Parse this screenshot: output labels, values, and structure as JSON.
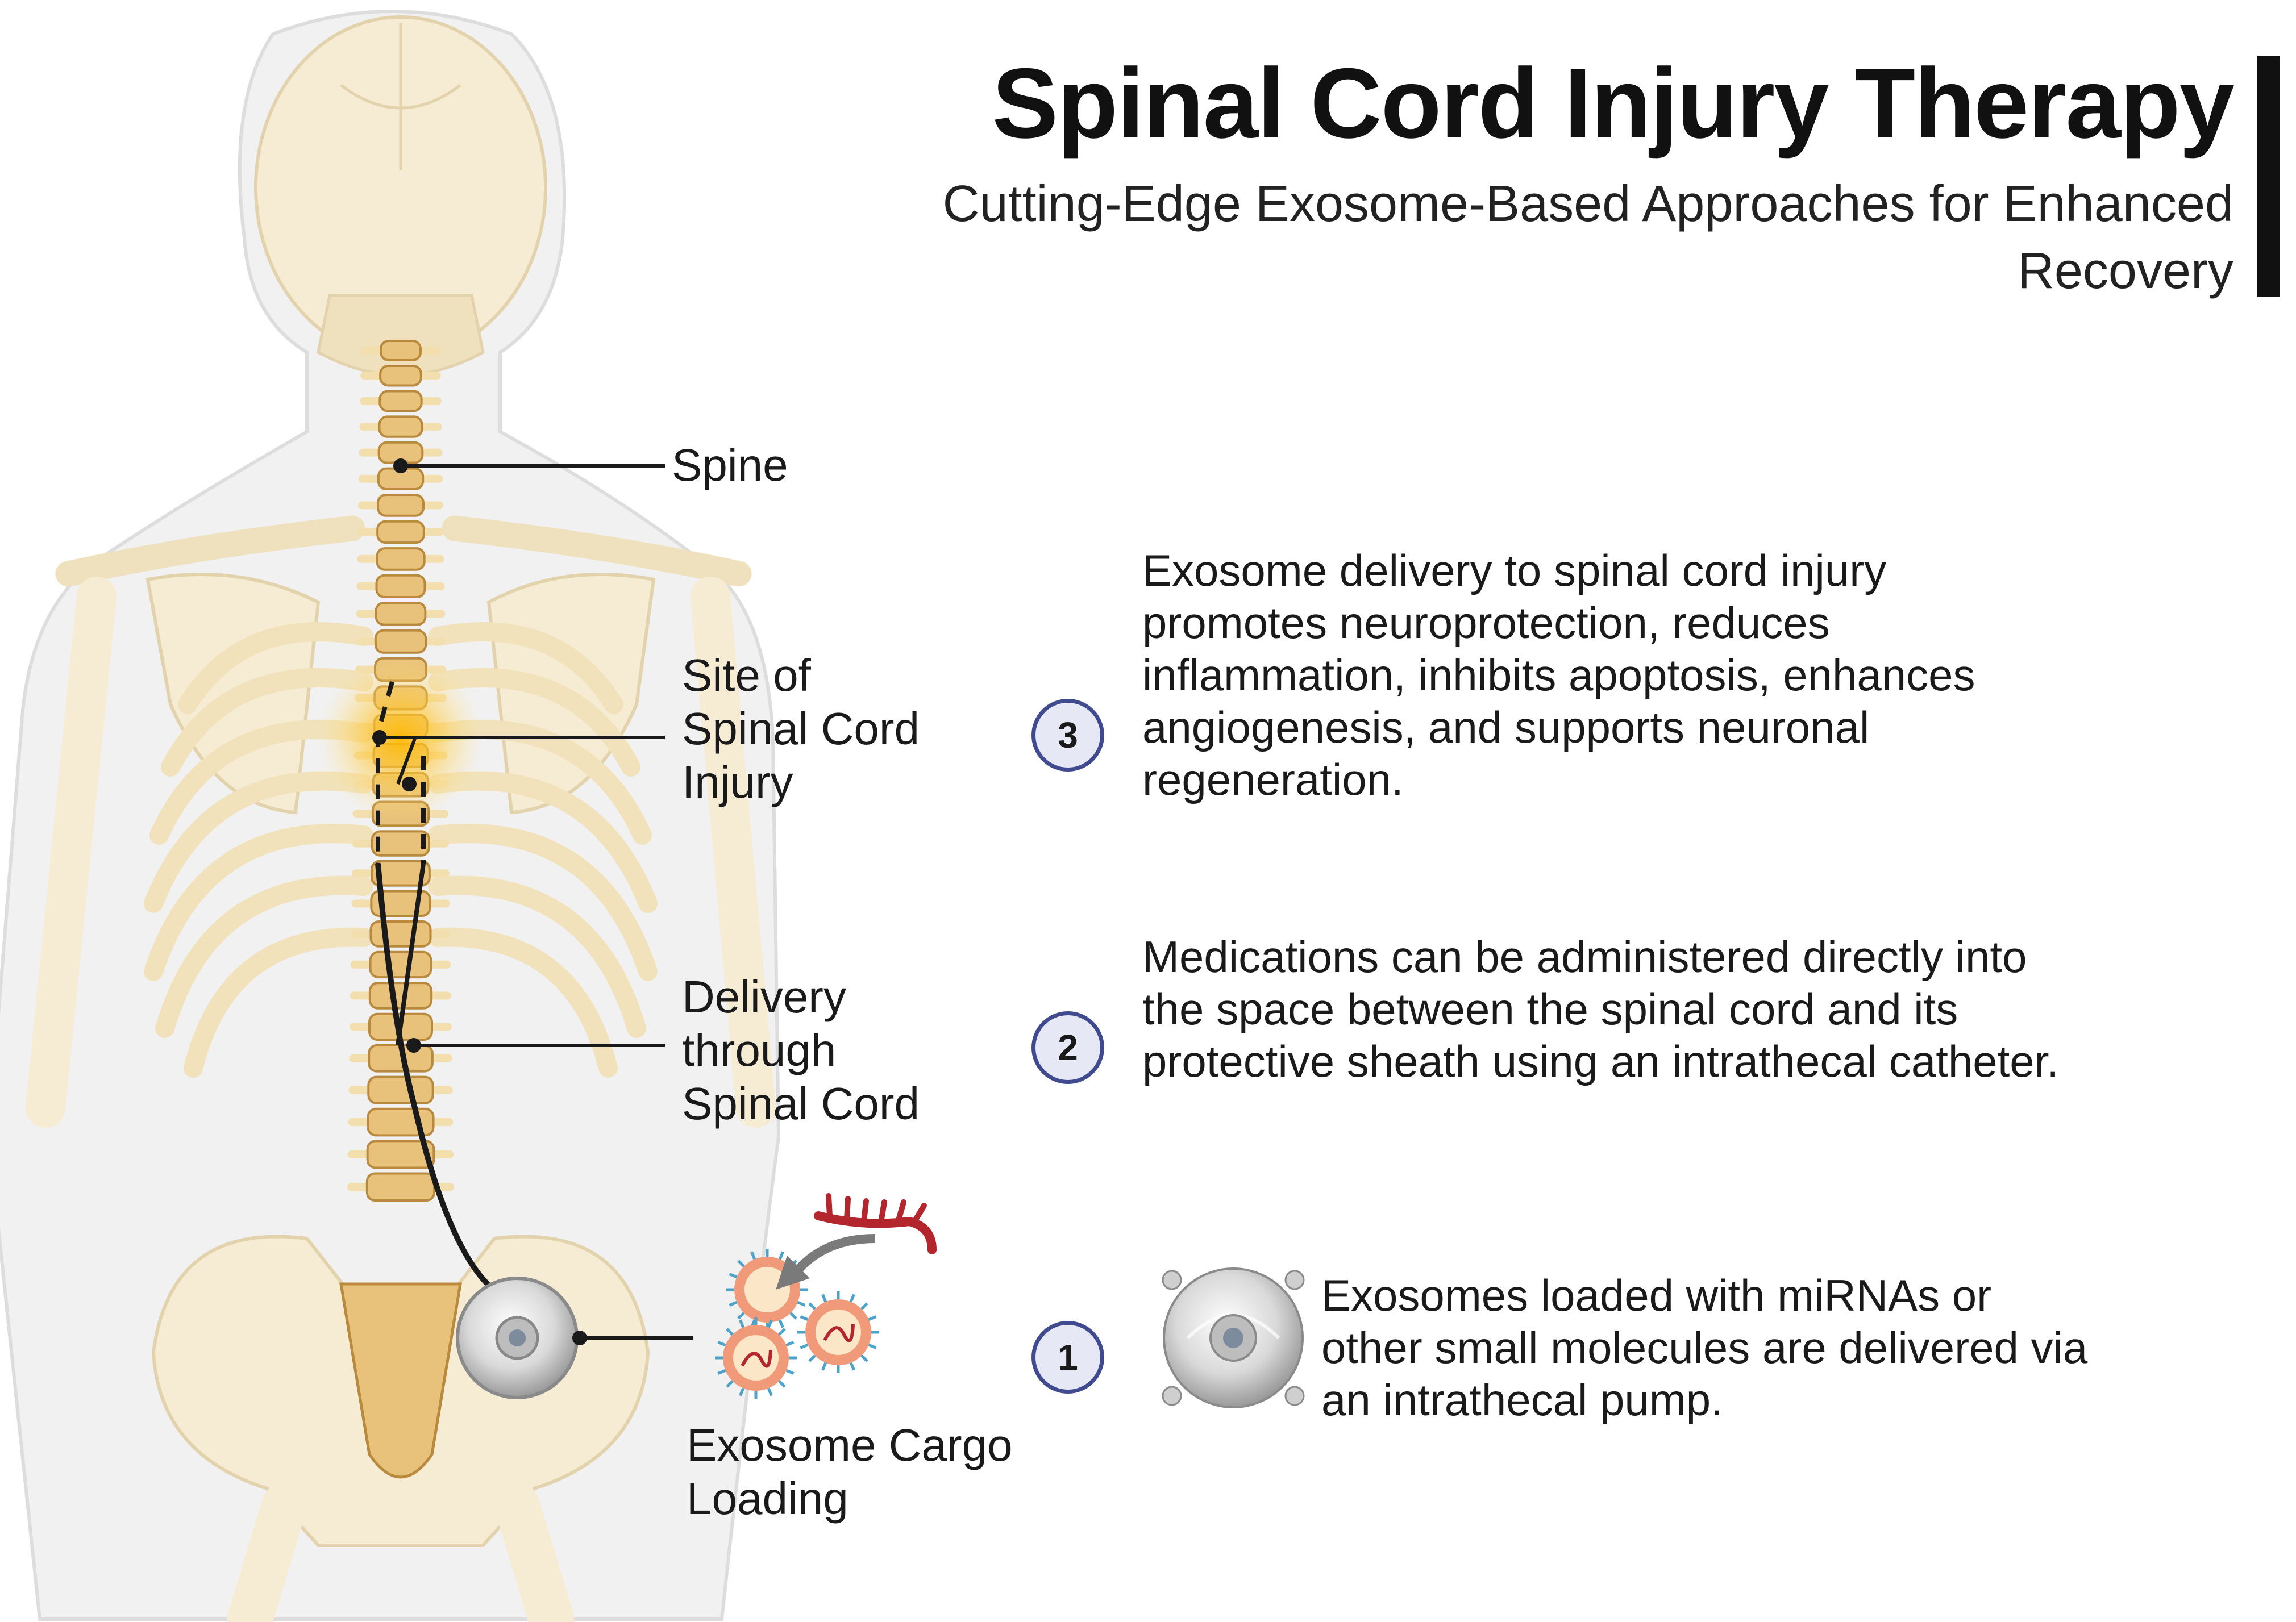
{
  "header": {
    "title": "Spinal Cord Injury Therapy",
    "subtitle": "Cutting-Edge Exosome-Based Approaches for Enhanced Recovery"
  },
  "labels": {
    "spine": "Spine",
    "injury_site": [
      "Site of",
      "Spinal Cord",
      "Injury"
    ],
    "delivery": [
      "Delivery",
      "through",
      "Spinal Cord"
    ],
    "cargo": [
      "Exosome Cargo",
      "Loading"
    ]
  },
  "steps": [
    {
      "number": "3",
      "lines": [
        "Exosome delivery to spinal cord injury",
        "promotes neuroprotection, reduces",
        "inflammation, inhibits apoptosis, enhances",
        "angiogenesis, and supports neuronal",
        "regeneration."
      ]
    },
    {
      "number": "2",
      "lines": [
        "Medications can be administered directly into",
        "the space between the spinal cord and its",
        "protective sheath using an intrathecal catheter."
      ]
    },
    {
      "number": "1",
      "lines": [
        "Exosomes loaded with miRNAs or",
        "other small molecules are delivered via",
        "an intrathecal pump."
      ]
    }
  ],
  "icons": [
    "human-back-silhouette",
    "skull-icon",
    "spine-icon",
    "rib-cage-icon",
    "pelvis-icon",
    "injury-glow-icon",
    "catheter-icon",
    "intrathecal-pump-icon",
    "exosome-icon",
    "mirna-strand-icon",
    "arrow-icon"
  ],
  "colors": {
    "bone": "#f3dfae",
    "vertebra": "#e8c27a",
    "vertebra_dark": "#b98a3e",
    "injury_glow": "#ffc21a",
    "badge_border": "#3f4a8f",
    "badge_fill": "#e6e8f6",
    "exosome_outer": "#f09a7a",
    "exosome_inner": "#fbe6c8",
    "mirna": "#b3262d",
    "title_bar": "#111111"
  }
}
